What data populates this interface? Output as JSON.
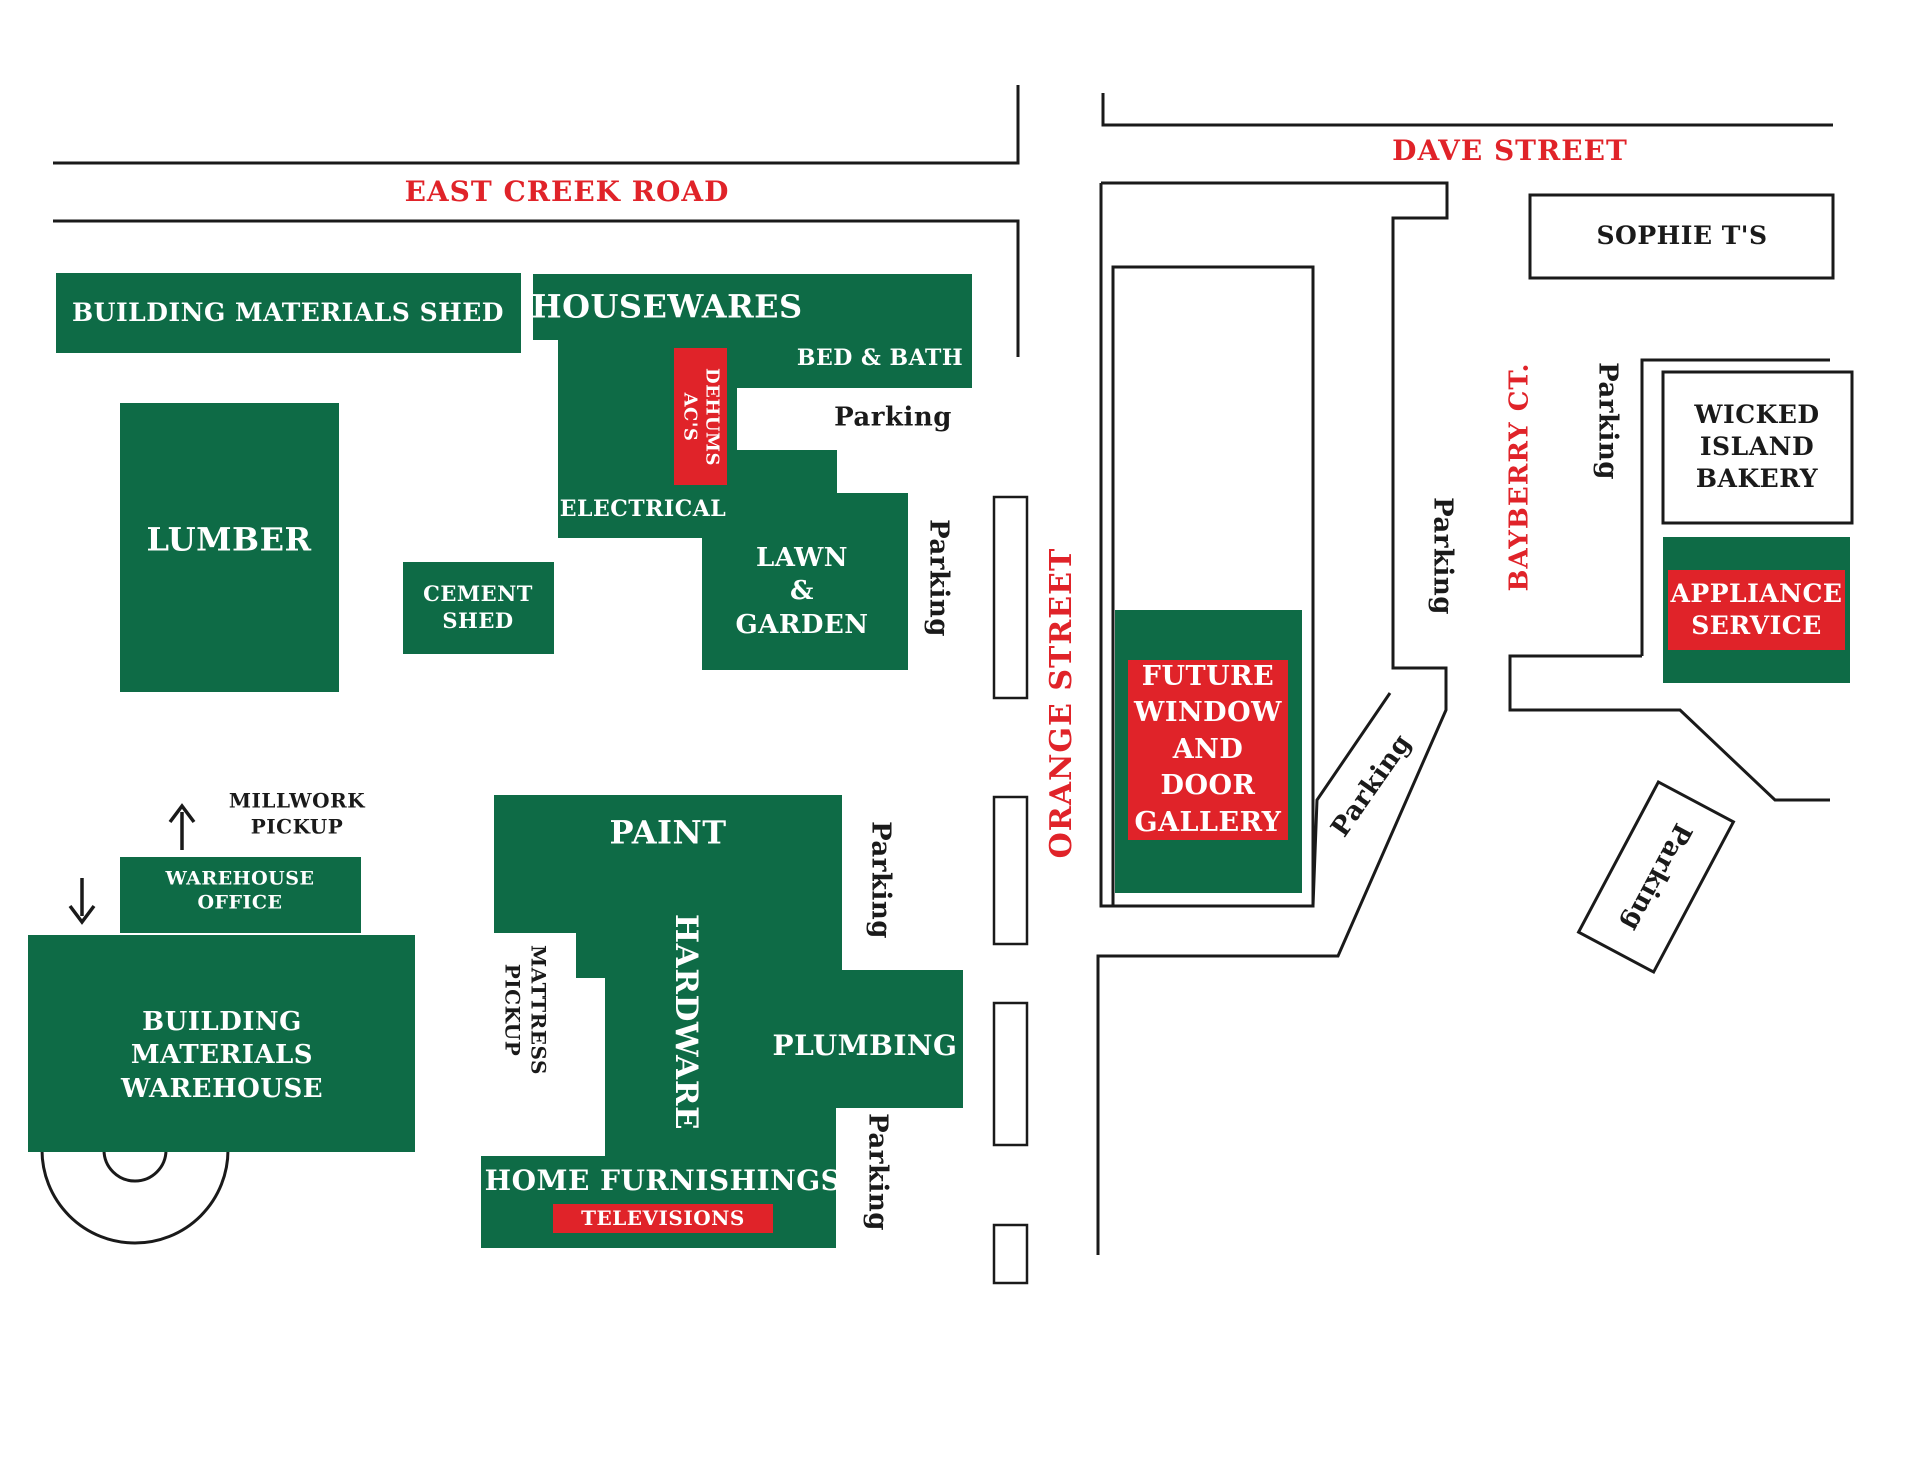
{
  "colors": {
    "building_green": "#0E6B46",
    "accent_red": "#E02329",
    "line_black": "#1A1A1A",
    "label_white": "#FFFFFF"
  },
  "streets": {
    "east_creek_road": "EAST CREEK ROAD",
    "dave_street": "DAVE STREET",
    "orange_street": "ORANGE STREET",
    "bayberry_ct": "BAYBERRY CT."
  },
  "labels": {
    "parking": "Parking"
  },
  "buildings": {
    "building_materials_shed": "BUILDING MATERIALS SHED",
    "housewares": "HOUSEWARES",
    "bed_bath": "BED & BATH",
    "electrical": "ELECTRICAL",
    "lawn_garden": "LAWN\n&\nGARDEN",
    "acs": "AC'S",
    "dehums": "DEHUMS",
    "lumber": "LUMBER",
    "cement_shed": "CEMENT\nSHED",
    "millwork_pickup": "MILLWORK\nPICKUP",
    "warehouse_office": "WAREHOUSE\nOFFICE",
    "building_materials_warehouse": "BUILDING\nMATERIALS\nWAREHOUSE",
    "mattress_pickup": "MATTRESS\nPICKUP",
    "paint": "PAINT",
    "hardware": "HARDWARE",
    "plumbing": "PLUMBING",
    "home_furnishings": "HOME FURNISHINGS",
    "televisions": "TELEVISIONS",
    "future_gallery": "FUTURE\nWINDOW\nAND\nDOOR\nGALLERY",
    "sophie_ts": "SOPHIE T'S",
    "wicked_island_bakery": "WICKED\nISLAND\nBAKERY",
    "appliance_service": "APPLIANCE\nSERVICE"
  }
}
